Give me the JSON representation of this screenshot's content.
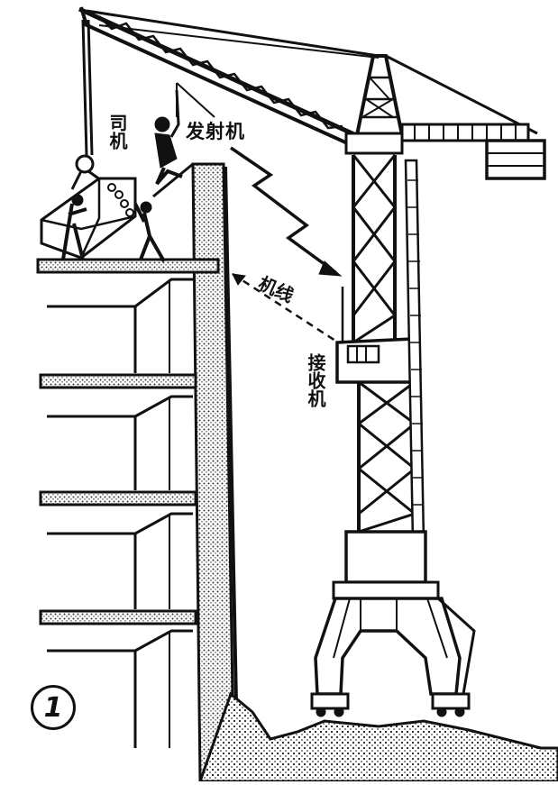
{
  "labels": {
    "signalman": "司机",
    "transmitter": "发射机",
    "line": "机线",
    "receiver": "接收机"
  },
  "figure_number": "1",
  "colors": {
    "ink": "#111111",
    "paper": "#ffffff",
    "hatch": "#555555"
  }
}
